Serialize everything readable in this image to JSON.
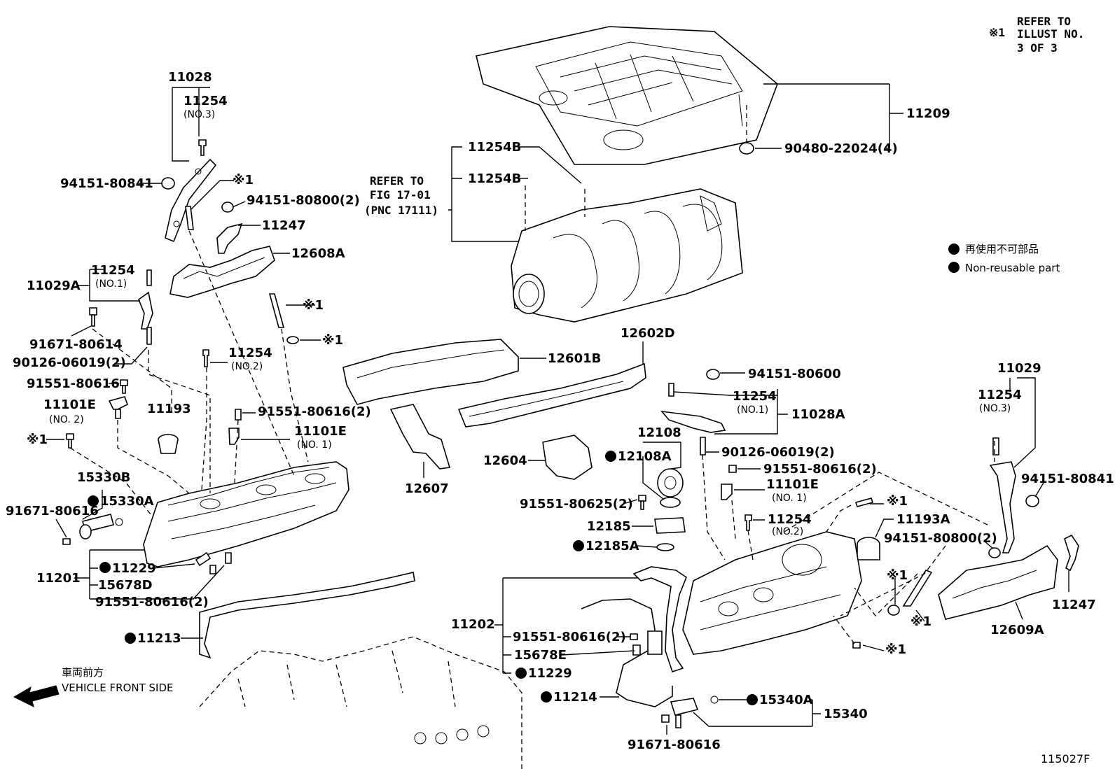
{
  "refer_illust": {
    "mark": "※1",
    "line1": "REFER TO",
    "line2": "ILLUST NO.",
    "line3": "3 OF 3"
  },
  "refer_fig": {
    "line1": "REFER TO",
    "line2": "FIG 17-01",
    "line3": "(PNC 17111)"
  },
  "legend": {
    "jp": "再使用不可部品",
    "en": "Non-reusable part"
  },
  "front": {
    "jp": "車両前方",
    "en": "VEHICLE FRONT SIDE"
  },
  "illustration_no": "115027F",
  "labels": {
    "p11028": "11028",
    "p11254_a": "11254",
    "p11254_a_sub": "(NO.3)",
    "p94151_80841_a": "94151-80841",
    "p94151_80800_a": "94151-80800(2)",
    "p11247_a": "11247",
    "p12608A": "12608A",
    "p11254_b": "11254",
    "p11254_b_sub": "(NO.1)",
    "p11029A": "11029A",
    "p91671_80614": "91671-80614",
    "p90126_06019_a": "90126-06019(2)",
    "p91551_80616_a": "91551-80616",
    "p11254_c": "11254",
    "p11254_c_sub": "(NO.2)",
    "p11101E_a": "11101E",
    "p11101E_a_sub": "(NO. 2)",
    "p11193": "11193",
    "p91551_80616_2a": "91551-80616(2)",
    "p11101E_b": "11101E",
    "p11101E_b_sub": "(NO. 1)",
    "p15330B": "15330B",
    "p15330A": "15330A",
    "p91671_80616_a": "91671-80616",
    "p11201": "11201",
    "p11229_a": "11229",
    "p15678D": "15678D",
    "p91551_80616_2b": "91551-80616(2)",
    "p11213": "11213",
    "p11209": "11209",
    "p90480_22024": "90480-22024(4)",
    "p11254B_a": "11254B",
    "p11254B_b": "11254B",
    "p12601B": "12601B",
    "p12602D": "12602D",
    "p12604": "12604",
    "p12607": "12607",
    "p94151_80600": "94151-80600",
    "p11254_d": "11254",
    "p11254_d_sub": "(NO.1)",
    "p11028A": "11028A",
    "p12108": "12108",
    "p12108A": "12108A",
    "p90126_06019_b": "90126-06019(2)",
    "p91551_80616_2c": "91551-80616(2)",
    "p11101E_c": "11101E",
    "p11101E_c_sub": "(NO. 1)",
    "p91551_80625": "91551-80625(2)",
    "p12185": "12185",
    "p12185A": "12185A",
    "p11254_e": "11254",
    "p11254_e_sub": "(NO.2)",
    "p11193A": "11193A",
    "p11029": "11029",
    "p11254_f": "11254",
    "p11254_f_sub": "(NO.3)",
    "p94151_80841_b": "94151-80841",
    "p94151_80800_b": "94151-80800(2)",
    "p11247_b": "11247",
    "p12609A": "12609A",
    "p11202": "11202",
    "p91551_80616_2d": "91551-80616(2)",
    "p15678E": "15678E",
    "p11229_b": "11229",
    "p11214": "11214",
    "p15340A": "15340A",
    "p15340": "15340",
    "p91671_80616_b": "91671-80616",
    "ref1": "※1",
    "ref2": "※1",
    "ref3": "※1",
    "ref4": "※1",
    "ref5": "※1",
    "ref6": "※1",
    "ref7": "※1",
    "ref8": "※1"
  }
}
